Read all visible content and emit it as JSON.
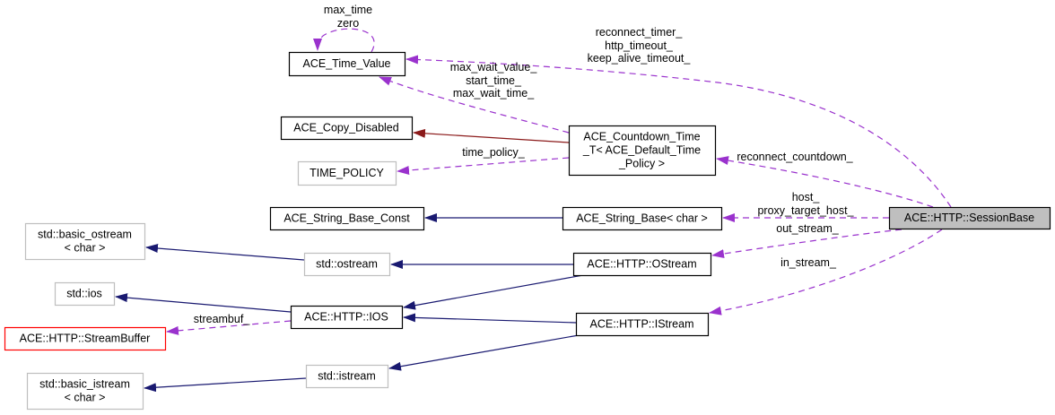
{
  "diagram": {
    "title": "Collaboration diagram for ACE::HTTP::SessionBase",
    "colors": {
      "node_documented_border": "#000000",
      "node_undocumented_border": "#bfbfbf",
      "node_incomplete_border": "#ff0000",
      "focus_node_fill": "#bfbfbf",
      "inheritance_public": "#191970",
      "inheritance_private": "#8b1a1a",
      "usage": "#9a32cd"
    },
    "nodes": [
      {
        "id": "time_value",
        "lines": [
          "ACE_Time_Value"
        ],
        "style": "documented"
      },
      {
        "id": "copy_disabled",
        "lines": [
          "ACE_Copy_Disabled"
        ],
        "style": "documented"
      },
      {
        "id": "time_policy",
        "lines": [
          "TIME_POLICY"
        ],
        "style": "undocumented"
      },
      {
        "id": "countdown",
        "lines": [
          "ACE_Countdown_Time",
          "_T< ACE_Default_Time",
          "_Policy >"
        ],
        "style": "documented"
      },
      {
        "id": "string_base_const",
        "lines": [
          "ACE_String_Base_Const"
        ],
        "style": "documented"
      },
      {
        "id": "string_base",
        "lines": [
          "ACE_String_Base< char >"
        ],
        "style": "documented"
      },
      {
        "id": "session_base",
        "lines": [
          "ACE::HTTP::SessionBase"
        ],
        "style": "focus"
      },
      {
        "id": "basic_ostream",
        "lines": [
          "std::basic_ostream",
          "< char >"
        ],
        "style": "undocumented"
      },
      {
        "id": "std_ostream",
        "lines": [
          "std::ostream"
        ],
        "style": "undocumented"
      },
      {
        "id": "ostream",
        "lines": [
          "ACE::HTTP::OStream"
        ],
        "style": "documented"
      },
      {
        "id": "std_ios",
        "lines": [
          "std::ios"
        ],
        "style": "undocumented"
      },
      {
        "id": "ios",
        "lines": [
          "ACE::HTTP::IOS"
        ],
        "style": "documented"
      },
      {
        "id": "streambuffer",
        "lines": [
          "ACE::HTTP::StreamBuffer"
        ],
        "style": "incomplete"
      },
      {
        "id": "istream",
        "lines": [
          "ACE::HTTP::IStream"
        ],
        "style": "documented"
      },
      {
        "id": "std_istream",
        "lines": [
          "std::istream"
        ],
        "style": "undocumented"
      },
      {
        "id": "basic_istream",
        "lines": [
          "std::basic_istream",
          "< char >"
        ],
        "style": "undocumented"
      }
    ],
    "edges": [
      {
        "id": "e-tv-self",
        "from": "time_value",
        "to": "time_value",
        "kind": "usage",
        "labels": [
          "max_time",
          "zero"
        ]
      },
      {
        "id": "e-sb-tv",
        "from": "session_base",
        "to": "time_value",
        "kind": "usage",
        "labels": [
          "reconnect_timer_",
          "http_timeout_",
          "keep_alive_timeout_"
        ]
      },
      {
        "id": "e-cd-tv",
        "from": "countdown",
        "to": "time_value",
        "kind": "usage",
        "labels": [
          "max_wait_value_",
          "start_time_",
          "max_wait_time_"
        ]
      },
      {
        "id": "e-cd-copy",
        "from": "countdown",
        "to": "copy_disabled",
        "kind": "private",
        "labels": []
      },
      {
        "id": "e-cd-tp",
        "from": "countdown",
        "to": "time_policy",
        "kind": "usage",
        "labels": [
          "time_policy_"
        ]
      },
      {
        "id": "e-sb-cd",
        "from": "session_base",
        "to": "countdown",
        "kind": "usage",
        "labels": [
          "reconnect_countdown_"
        ]
      },
      {
        "id": "e-strb-strc",
        "from": "string_base",
        "to": "string_base_const",
        "kind": "public",
        "labels": []
      },
      {
        "id": "e-sb-strb",
        "from": "session_base",
        "to": "string_base",
        "kind": "usage",
        "labels": [
          "host_",
          "proxy_target_host_"
        ]
      },
      {
        "id": "e-sb-os",
        "from": "session_base",
        "to": "ostream",
        "kind": "usage",
        "labels": [
          "out_stream_"
        ]
      },
      {
        "id": "e-sb-is",
        "from": "session_base",
        "to": "istream",
        "kind": "usage",
        "labels": [
          "in_stream_"
        ]
      },
      {
        "id": "e-stdos-bos",
        "from": "std_ostream",
        "to": "basic_ostream",
        "kind": "public",
        "labels": []
      },
      {
        "id": "e-os-stdos",
        "from": "ostream",
        "to": "std_ostream",
        "kind": "public",
        "labels": []
      },
      {
        "id": "e-os-ios",
        "from": "ostream",
        "to": "ios",
        "kind": "public",
        "labels": []
      },
      {
        "id": "e-ios-stdios",
        "from": "ios",
        "to": "std_ios",
        "kind": "public",
        "labels": []
      },
      {
        "id": "e-ios-sbuf",
        "from": "ios",
        "to": "streambuffer",
        "kind": "usage",
        "labels": [
          "streambuf_"
        ]
      },
      {
        "id": "e-is-ios",
        "from": "istream",
        "to": "ios",
        "kind": "public",
        "labels": []
      },
      {
        "id": "e-is-stdis",
        "from": "istream",
        "to": "std_istream",
        "kind": "public",
        "labels": []
      },
      {
        "id": "e-stdis-bis",
        "from": "std_istream",
        "to": "basic_istream",
        "kind": "public",
        "labels": []
      }
    ]
  }
}
